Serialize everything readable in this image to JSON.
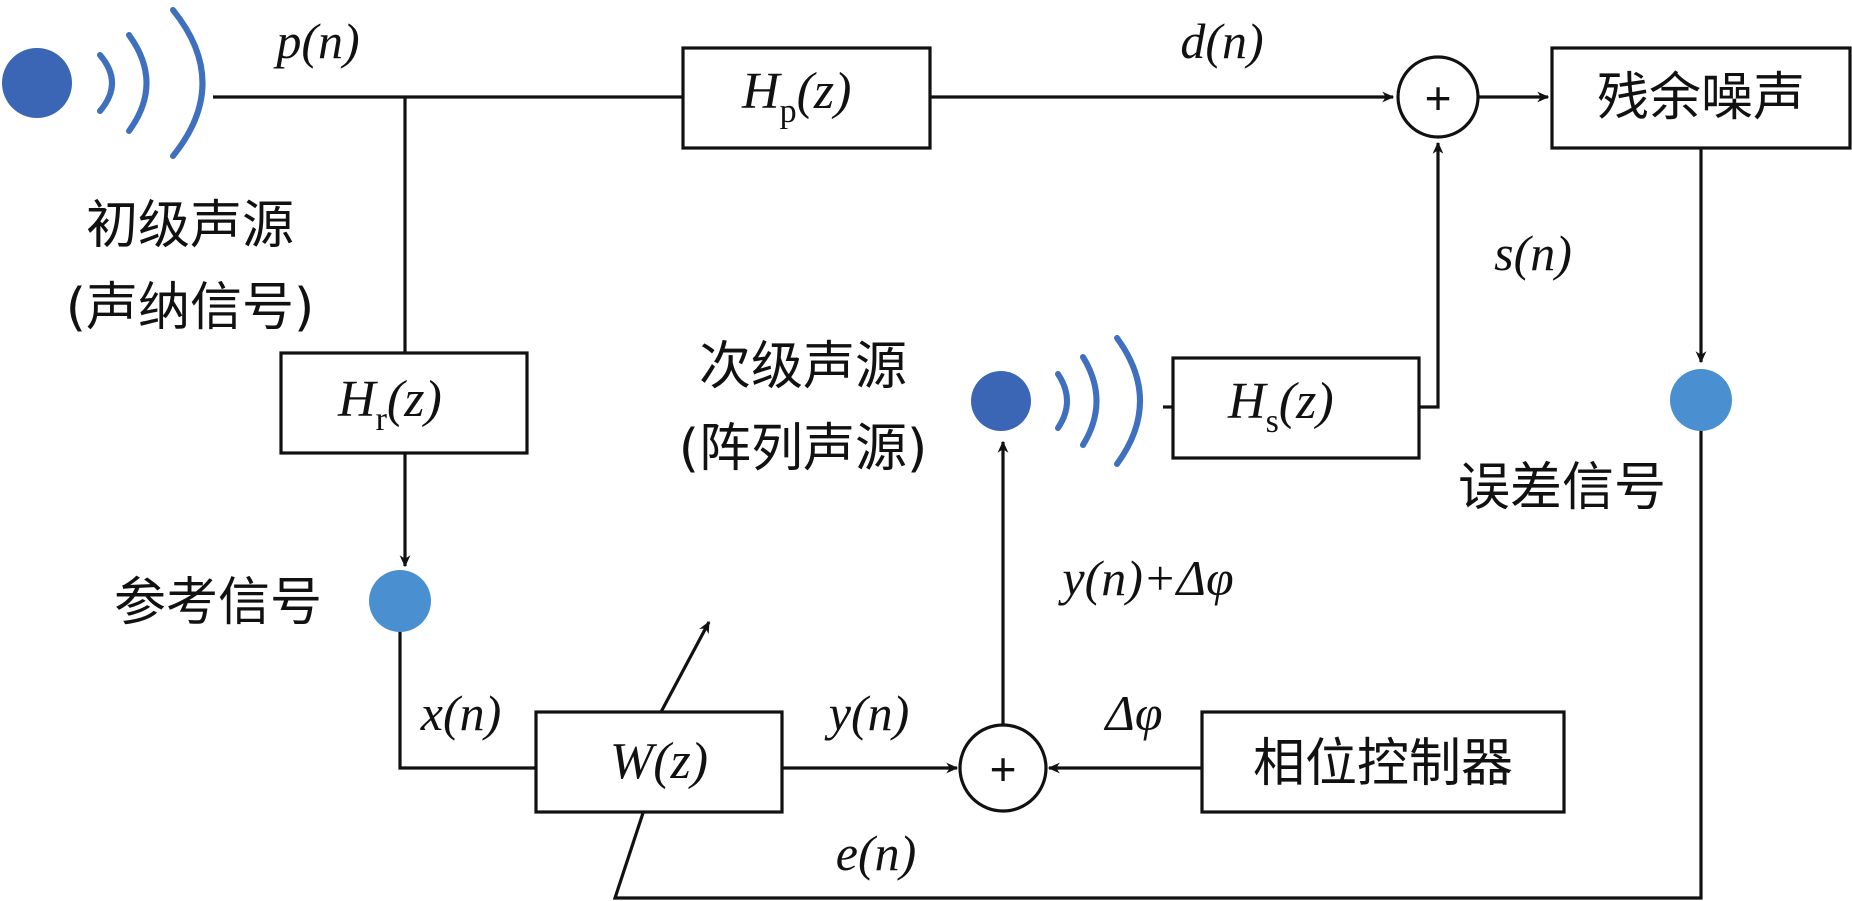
{
  "colors": {
    "line": "#111111",
    "wave": "#3f6fbf",
    "dot_dark": "#3a66b5",
    "dot_light": "#4a8fd0"
  },
  "labels": {
    "p_n": "p(n)",
    "d_n": "d(n)",
    "s_n": "s(n)",
    "x_n": "x(n)",
    "y_n": "y(n)",
    "e_n": "e(n)",
    "y_plus_dphi": "y(n)+Δφ",
    "dphi": "Δφ"
  },
  "blocks": {
    "hp": {
      "main": "H",
      "sub": "p",
      "arg": "(z)"
    },
    "hr": {
      "main": "H",
      "sub": "r",
      "arg": "(z)"
    },
    "hs": {
      "main": "H",
      "sub": "s",
      "arg": "(z)"
    },
    "wz": {
      "main": "W",
      "arg": "(z)"
    },
    "residual_noise": "残余噪声",
    "phase_controller": "相位控制器"
  },
  "sum_symbol": "+",
  "nodes": {
    "primary_source": [
      "初级声源",
      "(声纳信号)"
    ],
    "secondary_source": [
      "次级声源",
      "(阵列声源)"
    ],
    "reference_signal": "参考信号",
    "error_signal": "误差信号"
  },
  "icons": {
    "primary": "speaker-wave-icon",
    "secondary": "speaker-wave-icon",
    "reference": "dot-icon",
    "error": "dot-icon"
  }
}
